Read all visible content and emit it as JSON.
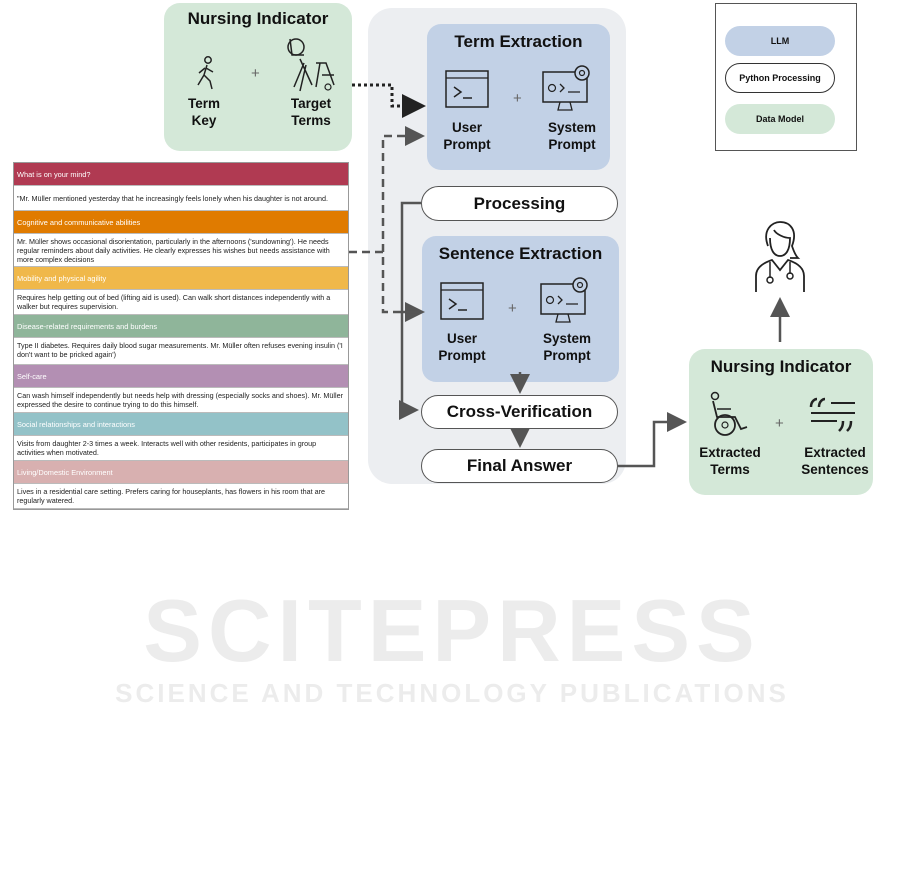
{
  "nursing_top": {
    "title": "Nursing Indicator",
    "term_key": "Term\nKey",
    "target_terms": "Target\nTerms",
    "plus": "+"
  },
  "term_extraction": {
    "title": "Term Extraction",
    "user_prompt": "User\nPrompt",
    "system_prompt": "System\nPrompt",
    "plus": "+"
  },
  "processing": "Processing",
  "sentence_extraction": {
    "title": "Sentence Extraction",
    "user_prompt": "User\nPrompt",
    "system_prompt": "System\nPrompt",
    "plus": "+"
  },
  "cross_verification": "Cross-Verification",
  "final_answer": "Final Answer",
  "nursing_bottom": {
    "title": "Nursing Indicator",
    "extracted_terms": "Extracted\nTerms",
    "extracted_sentences": "Extracted\nSentences",
    "plus": "+"
  },
  "legend": {
    "llm": "LLM",
    "python": "Python Processing",
    "data_model": "Data Model"
  },
  "table": {
    "rows": [
      {
        "header": "What is on your mind?",
        "color": "#b03a52",
        "text": "\"Mr. Müller mentioned yesterday that he increasingly feels lonely when his daughter is not around."
      },
      {
        "header": "Cognitive and communicative abilities",
        "color": "#e07b00",
        "text": "Mr. Müller shows occasional disorientation, particularly in the afternoons ('sundowning'). He needs regular reminders about daily activities. He clearly expresses his wishes but needs assistance with more complex decisions"
      },
      {
        "header": "Mobility and physical agility",
        "color": "#f0b84a",
        "text": "Requires help getting out of bed (lifting aid is used). Can walk short distances independently with a walker but requires supervision."
      },
      {
        "header": "Disease-related requirements and burdens",
        "color": "#8fb59a",
        "text": "Type II diabetes. Requires daily blood sugar measurements. Mr. Müller often refuses evening insulin ('I don't want to be pricked again')"
      },
      {
        "header": "Self-care",
        "color": "#b38fb3",
        "text": "Can wash himself independently but needs help with dressing (especially socks and shoes). Mr. Müller expressed the desire to continue trying to do this himself."
      },
      {
        "header": "Social relationships and interactions",
        "color": "#93c2c8",
        "text": "Visits from daughter 2-3 times a week. Interacts well with other residents, participates in group activities when motivated."
      },
      {
        "header": "Living/Domestic Environment",
        "color": "#d8b0b0",
        "text": "Lives in a residential care setting. Prefers caring for houseplants, has flowers in his room that are regularly watered."
      }
    ]
  },
  "watermark": {
    "big": "SCITEPRESS",
    "sub": "SCIENCE AND TECHNOLOGY PUBLICATIONS"
  },
  "colors": {
    "llm": "#c2d1e6",
    "data_model": "#d4e8d8",
    "arrow": "#555555"
  }
}
